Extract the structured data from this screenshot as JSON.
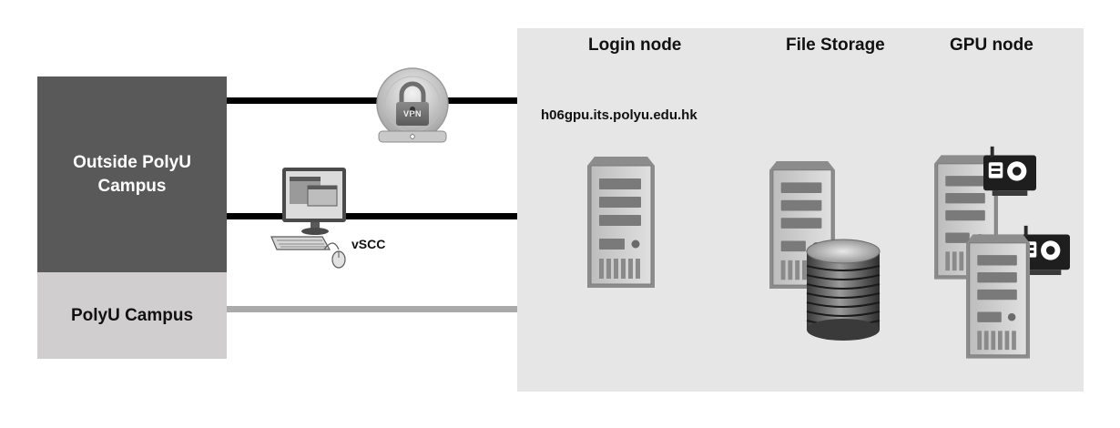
{
  "zones": {
    "outside": "Outside PolyU Campus",
    "campus": "PolyU Campus"
  },
  "cluster": {
    "login_node": "Login node",
    "file_storage": "File Storage",
    "gpu_node": "GPU node",
    "hostname": "h06gpu.its.polyu.edu.hk"
  },
  "connections": {
    "vpn_badge": "VPN",
    "vscc_label": "vSCC"
  },
  "colors": {
    "outside_zone": "#595959",
    "campus_zone": "#d0cece",
    "cluster_bg": "#e6e6e6",
    "campus_line": "#aaaaaa",
    "outside_line": "#000000"
  }
}
